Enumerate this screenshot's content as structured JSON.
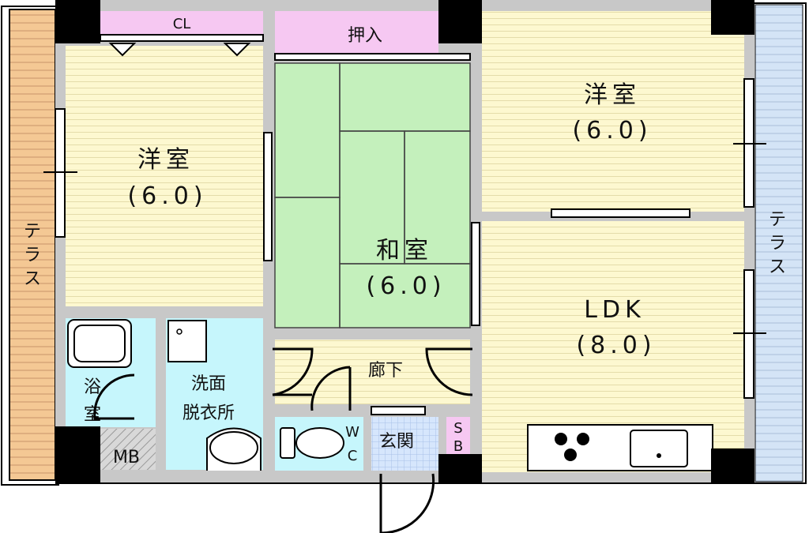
{
  "rooms": {
    "western_left": {
      "name": "洋室",
      "size": "(6.0)"
    },
    "western_right": {
      "name": "洋室",
      "size": "(6.0)"
    },
    "japanese": {
      "name": "和室",
      "size": "(6.0)"
    },
    "ldk": {
      "name": "LDK",
      "size": "(8.0)"
    },
    "hallway": {
      "name": "廊下"
    },
    "bath": {
      "line1": "浴",
      "line2": "室"
    },
    "washroom": {
      "line1": "洗面",
      "line2": "脱衣所"
    },
    "wc": {
      "line1": "W",
      "line2": "C"
    },
    "entrance": {
      "name": "玄関"
    },
    "shoe_box": {
      "line1": "S",
      "line2": "B"
    },
    "meter_box": {
      "name": "MB"
    },
    "closet": {
      "name": "CL"
    },
    "oshiire": {
      "name": "押入"
    },
    "terrace_left": {
      "line1": "テ",
      "line2": "ラ",
      "line3": "ス"
    },
    "terrace_right": {
      "line1": "テ",
      "line2": "ラ",
      "line3": "ス"
    }
  },
  "colors": {
    "floor": "#fdf8d0",
    "tatami": "#c4f0bc",
    "wet": "#c6f6fc",
    "closet": "#f6c8f2",
    "wall": "#c8c8c8",
    "terrace_left": "#f4c894",
    "terrace_right": "#d4e4f6",
    "entrance": "#d6e6fc"
  }
}
